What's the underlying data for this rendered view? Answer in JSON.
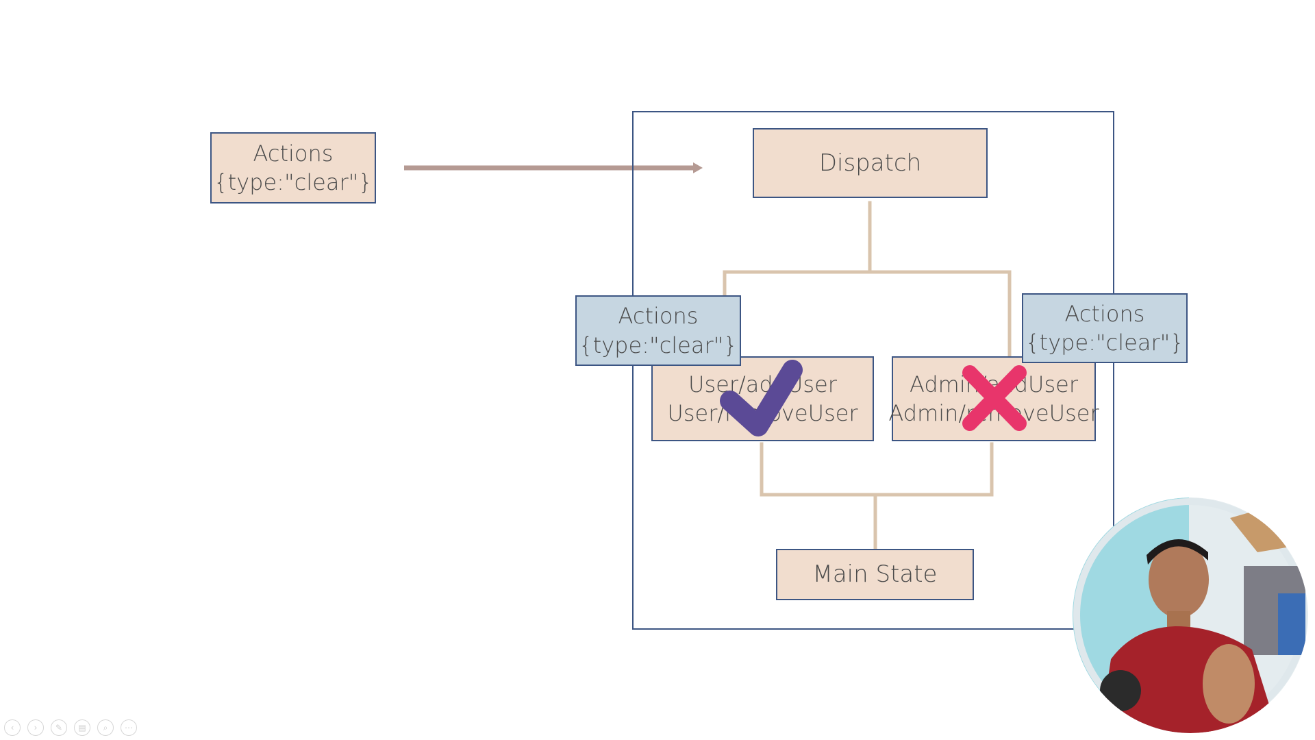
{
  "diagram": {
    "source_action": {
      "line1": "Actions",
      "line2": "{type:\"clear\"}"
    },
    "dispatch": {
      "label": "Dispatch"
    },
    "left_action": {
      "line1": "Actions",
      "line2": "{type:\"clear\"}"
    },
    "right_action": {
      "line1": "Actions",
      "line2": "{type:\"clear\"}"
    },
    "user_reducer": {
      "line1": "User/addUser",
      "line2": "User/removeUser"
    },
    "admin_reducer": {
      "line1": "Admin/addUser",
      "line2": "Admin/removeUser"
    },
    "main_state": {
      "label": "Main State"
    },
    "marks": {
      "check": "check-mark",
      "cross": "cross-mark"
    }
  },
  "presentation_controls": [
    {
      "icon": "previous-icon",
      "glyph": "‹"
    },
    {
      "icon": "next-icon",
      "glyph": "›"
    },
    {
      "icon": "pen-icon",
      "glyph": "✎"
    },
    {
      "icon": "slides-icon",
      "glyph": "▤"
    },
    {
      "icon": "zoom-icon",
      "glyph": "⌕"
    },
    {
      "icon": "more-icon",
      "glyph": "⋯"
    }
  ],
  "colors": {
    "box_tan": "#f1ddce",
    "box_blue": "#c6d6e1",
    "border": "#3c5583",
    "connector": "#d9c4ad",
    "arrow": "#b59a93",
    "check": "#5b4a96",
    "cross": "#e8356b"
  }
}
